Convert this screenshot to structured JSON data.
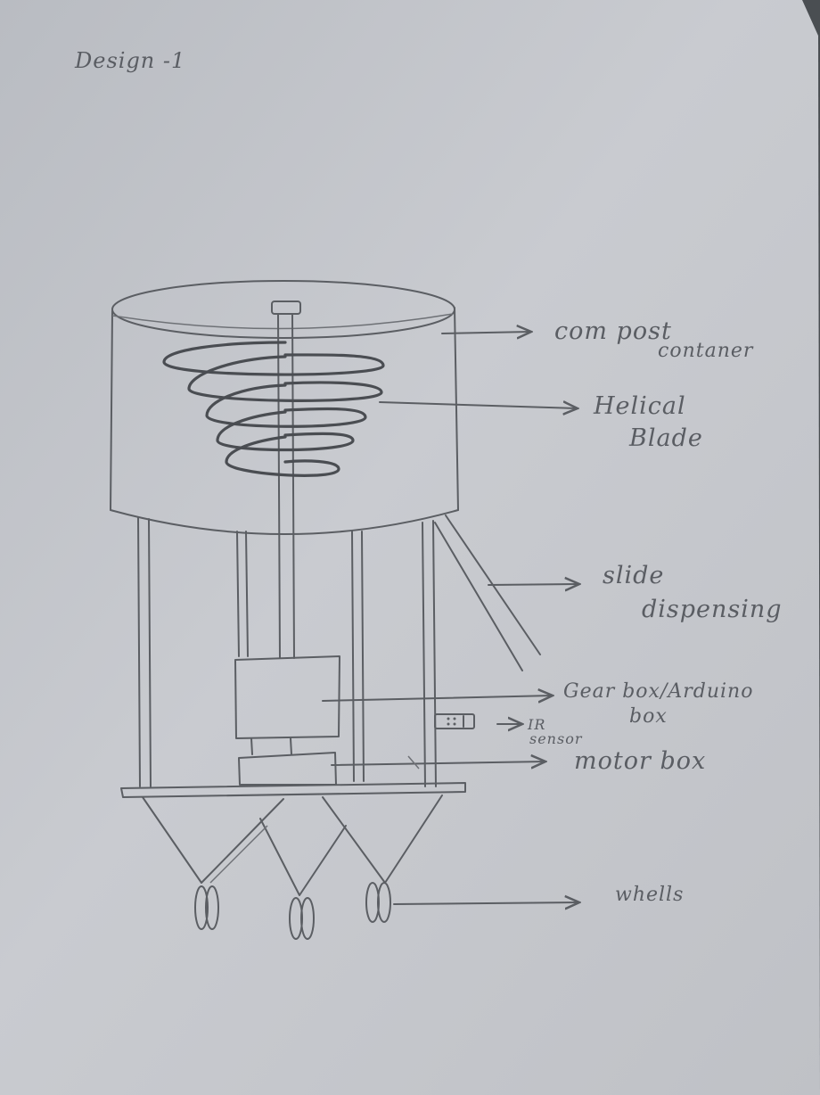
{
  "title": "Design -1",
  "labels": {
    "compost_container_line1": "com post",
    "compost_container_line2": "contaner",
    "helical_blade_line1": "Helical",
    "helical_blade_line2": "Blade",
    "slide_dispensing_line1": "slide",
    "slide_dispensing_line2": "dispensing",
    "gear_box_line1": "Gear box/Arduino",
    "gear_box_line2": "box",
    "ir_sensor_line1": "IR",
    "ir_sensor_line2": "sensor",
    "motor_box": "motor box",
    "wheels": "whells"
  }
}
